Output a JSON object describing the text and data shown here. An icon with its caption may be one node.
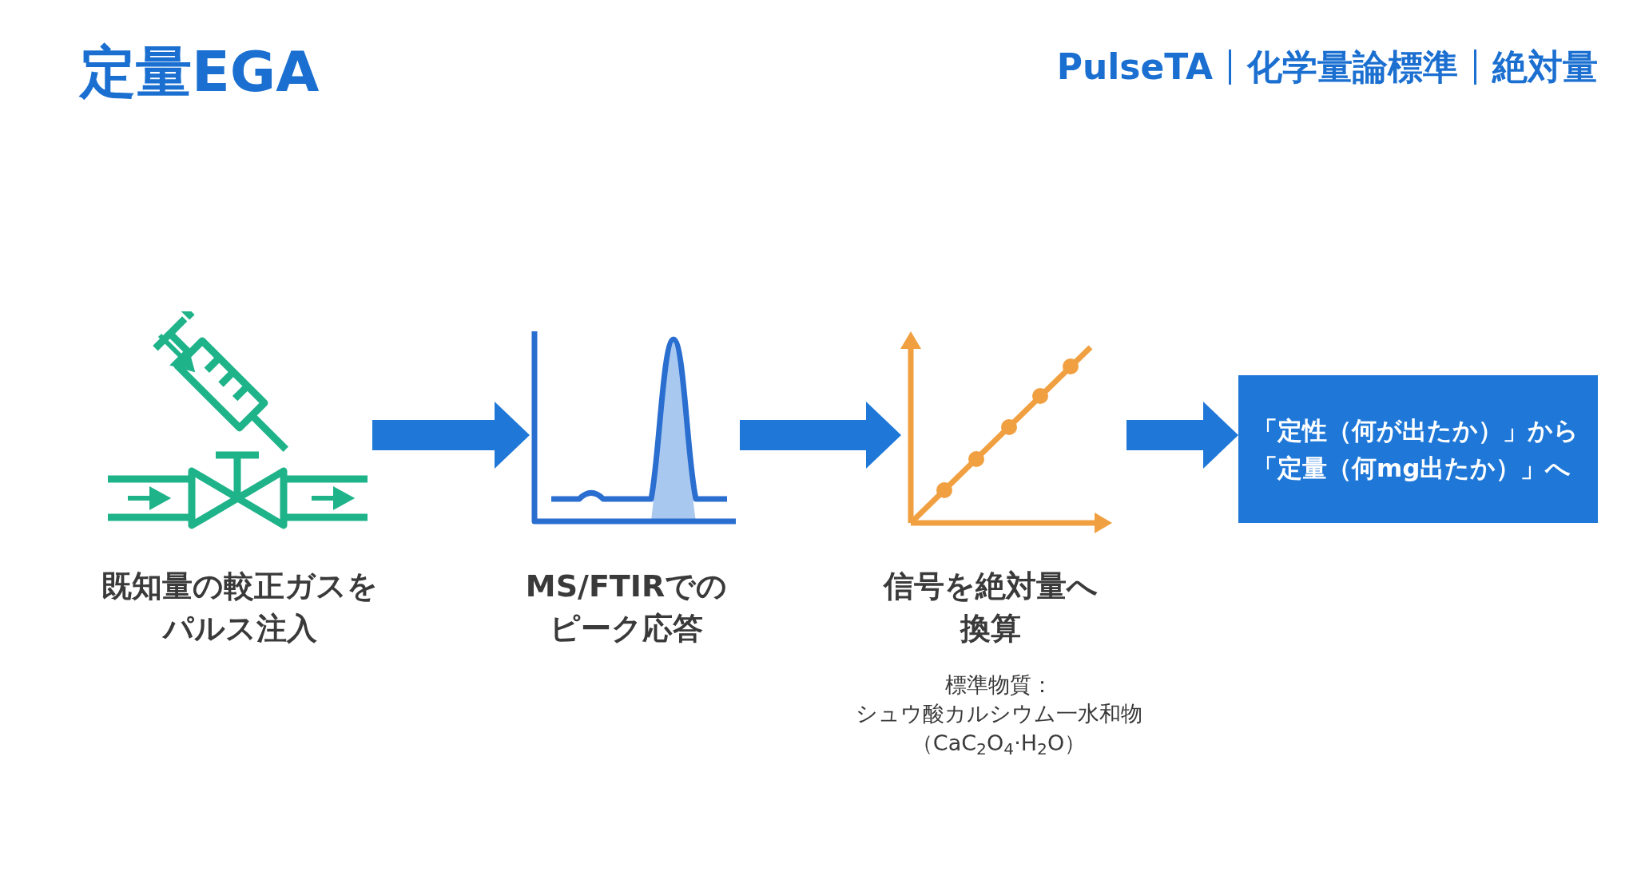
{
  "diagram": {
    "title": "定量EGA",
    "nodes": [
      {
        "text": [
          "既知量の較正ガスをパルス注入"
        ]
      },
      {
        "text": [
          "MS/FTIRでのピーク応答"
        ]
      },
      {
        "text": [
          "信号を絶対量へ換算"
        ],
        "beside": [
          "標準物質：",
          "シュウ酸カルシウム一水和物（CaC$_{2}$O$_{4}$·H$_{2}$O）"
        ]
      },
      {
        "text": [
          "「定性（何が出たか）」から「定量（何mg出たか）」へ"
        ]
      }
    ],
    "edges": [
      {
        "from": 0,
        "to": 1,
        "arrow": "to"
      },
      {
        "from": 1,
        "to": 2,
        "arrow": "to"
      },
      {
        "from": 2,
        "to": 3,
        "arrow": "to"
      }
    ],
    "labels": [
      "PulseTA",
      "化学量論標準",
      "絶対量"
    ]
  }
}
